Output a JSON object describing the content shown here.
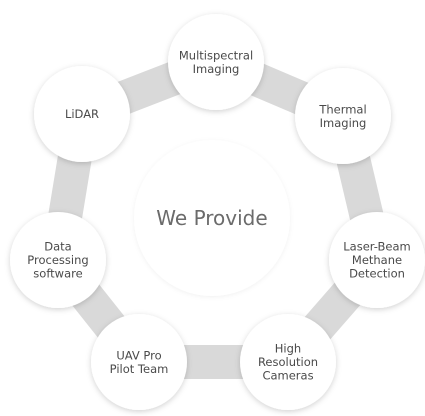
{
  "center": {
    "label": "We Provide"
  },
  "services": [
    {
      "id": "multispectral",
      "lines": [
        "Multispectral",
        "Imaging"
      ]
    },
    {
      "id": "thermal",
      "lines": [
        "Thermal",
        "Imaging"
      ]
    },
    {
      "id": "methane",
      "lines": [
        "Laser-Beam",
        "Methane",
        "Detection"
      ]
    },
    {
      "id": "cameras",
      "lines": [
        "High",
        "Resolution",
        "Cameras"
      ]
    },
    {
      "id": "pilot",
      "lines": [
        "UAV Pro",
        "Pilot Team"
      ]
    },
    {
      "id": "software",
      "lines": [
        "Data",
        "Processing",
        "software"
      ]
    },
    {
      "id": "lidar",
      "lines": [
        "LiDAR"
      ]
    }
  ],
  "colors": {
    "connector": "#d9d9d9",
    "circle": "#ffffff",
    "text": "#4a4a4a"
  }
}
